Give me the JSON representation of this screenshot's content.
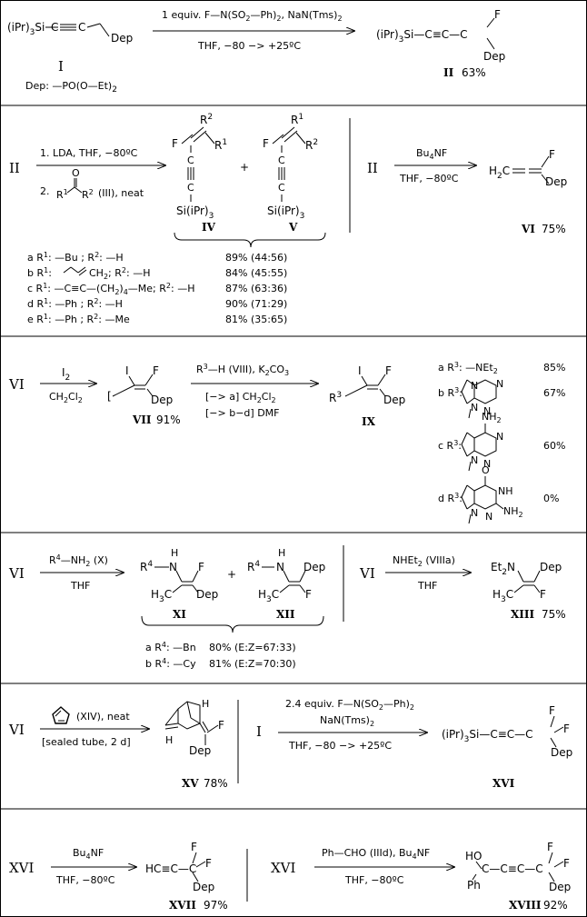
{
  "s1": {
    "reactant": "(iPr)3Si—C≡C—CH2—Dep",
    "reactant_label": "I",
    "dep_def": "Dep: —PO(O—Et)2",
    "reagent_top": "1 equiv. F—N(SO2—Ph)2, NaN(Tms)2",
    "reagent_bottom": "THF, −80 −> +25ºC",
    "product": "(iPr)3Si—C≡C—CHF—Dep",
    "product_label": "II",
    "yield": "63%"
  },
  "s2": {
    "start": "II",
    "reagent_1": "1. LDA, THF, −80ºC",
    "reagent_2": "2. R1C(O)R2 (III), neat",
    "product_a_label": "IV",
    "product_b_label": "V",
    "entries": [
      {
        "text": "a R1: —Bu ; R2: —H",
        "yield": "89% (44:56)"
      },
      {
        "text": "b R1: allyl-CH2 ; R2: —H",
        "yield": "84% (45:55)"
      },
      {
        "text": "c R1: —C≡C—(CH2)4—Me ; R2: —H",
        "yield": "87% (63:36)"
      },
      {
        "text": "d R1: —Ph ; R2: —H",
        "yield": "90% (71:29)"
      },
      {
        "text": "e R1: —Ph ; R2: —Me",
        "yield": "81% (35:65)"
      }
    ],
    "side_start": "II",
    "side_reagent_top": "Bu4NF",
    "side_reagent_bottom": "THF, −80ºC",
    "side_product_label": "VI",
    "side_yield": "75%"
  },
  "s3": {
    "start": "VI",
    "reagent_top": "I2",
    "reagent_bottom": "CH2Cl2",
    "intermediate_label": "VII",
    "intermediate_yield": "91%",
    "reagent2_top": "R3—H (VIII), K2CO3",
    "reagent2_mid": "[−> a] CH2Cl2",
    "reagent2_bottom": "[−> b−d] DMF",
    "product_label": "IX",
    "entries": [
      {
        "text": "a R3: —NEt2",
        "yield": "85%"
      },
      {
        "text": "b R3: purin-9-yl",
        "yield": "67%"
      },
      {
        "text": "c R3: adenin-9-yl",
        "yield": "60%"
      },
      {
        "text": "d R3: guanin-9-yl",
        "yield": "0%"
      }
    ]
  },
  "s4": {
    "start": "VI",
    "reagent_top": "R4—NH2 (X)",
    "reagent_bottom": "THF",
    "product_a_label": "XI",
    "product_b_label": "XII",
    "entries": [
      {
        "text": "a R4: —Bn",
        "yield": "80% (E:Z=67:33)"
      },
      {
        "text": "b R4: —Cy",
        "yield": "81% (E:Z=70:30)"
      }
    ],
    "side_start": "VI",
    "side_reagent_top": "NHEt2 (VIIIa)",
    "side_reagent_bottom": "THF",
    "side_product_label": "XIII",
    "side_yield": "75%"
  },
  "s5": {
    "start": "VI",
    "reagent_top": "(XIV), neat",
    "reagent_bottom": "[sealed tube, 2 d]",
    "product_label": "XV",
    "yield": "78%",
    "side_start": "I",
    "side_reagent_1": "2.4 equiv. F—N(SO2—Ph)2",
    "side_reagent_2": "NaN(Tms)2",
    "side_reagent_3": "THF, −80 −> +25ºC",
    "side_product_label": "XVI"
  },
  "s6": {
    "start": "XVI",
    "reagent_top": "Bu4NF",
    "reagent_bottom": "THF, −80ºC",
    "product_label": "XVII",
    "yield": "97%",
    "side_start": "XVI",
    "side_reagent_top": "Ph—CHO (IIId), Bu4NF",
    "side_reagent_bottom": "THF, −80ºC",
    "side_product_label": "XVIII",
    "side_yield": "92%"
  }
}
